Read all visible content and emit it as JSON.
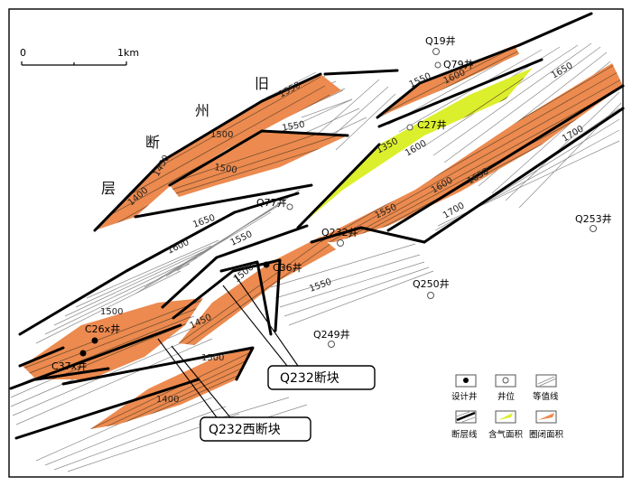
{
  "scale": {
    "start": "0",
    "end": "1km"
  },
  "fault_name": [
    "旧",
    "州",
    "断",
    "层"
  ],
  "wells": {
    "q19": "Q19井",
    "q79": "Q79井",
    "c27": "C27井",
    "q77": "Q77井",
    "q232": "Q232井",
    "q253": "Q253井",
    "c36": "C36井",
    "q250": "Q250井",
    "q249": "Q249井",
    "c26x": "C26x井",
    "c37x": "C37x井"
  },
  "contours": {
    "c1550a": "1550",
    "c1550b": "1550",
    "c1500a": "1500",
    "c1500b": "1500",
    "c1450a": "1450",
    "c1400a": "1400",
    "c1550c": "1550",
    "c1600a": "1600",
    "c1650a": "1650",
    "c1700a": "1700",
    "c1350b": "1350",
    "c1600b": "1600",
    "c1550d": "1550",
    "c1600c": "1600",
    "c1650b": "1650",
    "c1700b": "1700",
    "c1650c": "1650",
    "c1550e": "1550",
    "c1600d": "1600",
    "c1500c": "1500",
    "c1550f": "1550",
    "c1500d": "1500",
    "c1450b": "1450",
    "c1500e": "1500",
    "c1400b": "1400"
  },
  "callouts": {
    "q232_block": "Q232断块",
    "q232_west_block": "Q232西断块"
  },
  "legend": {
    "design_well": "设计井",
    "well_location": "井位",
    "contour_line": "等值线",
    "fault_line": "断层线",
    "gas_area": "含气面积",
    "trap_area": "圈闭面积"
  },
  "colors": {
    "trap_area": "#ec8a4f",
    "gas_area": "#dcef2c",
    "fault": "#000000",
    "contour": "#8a8a8a"
  }
}
